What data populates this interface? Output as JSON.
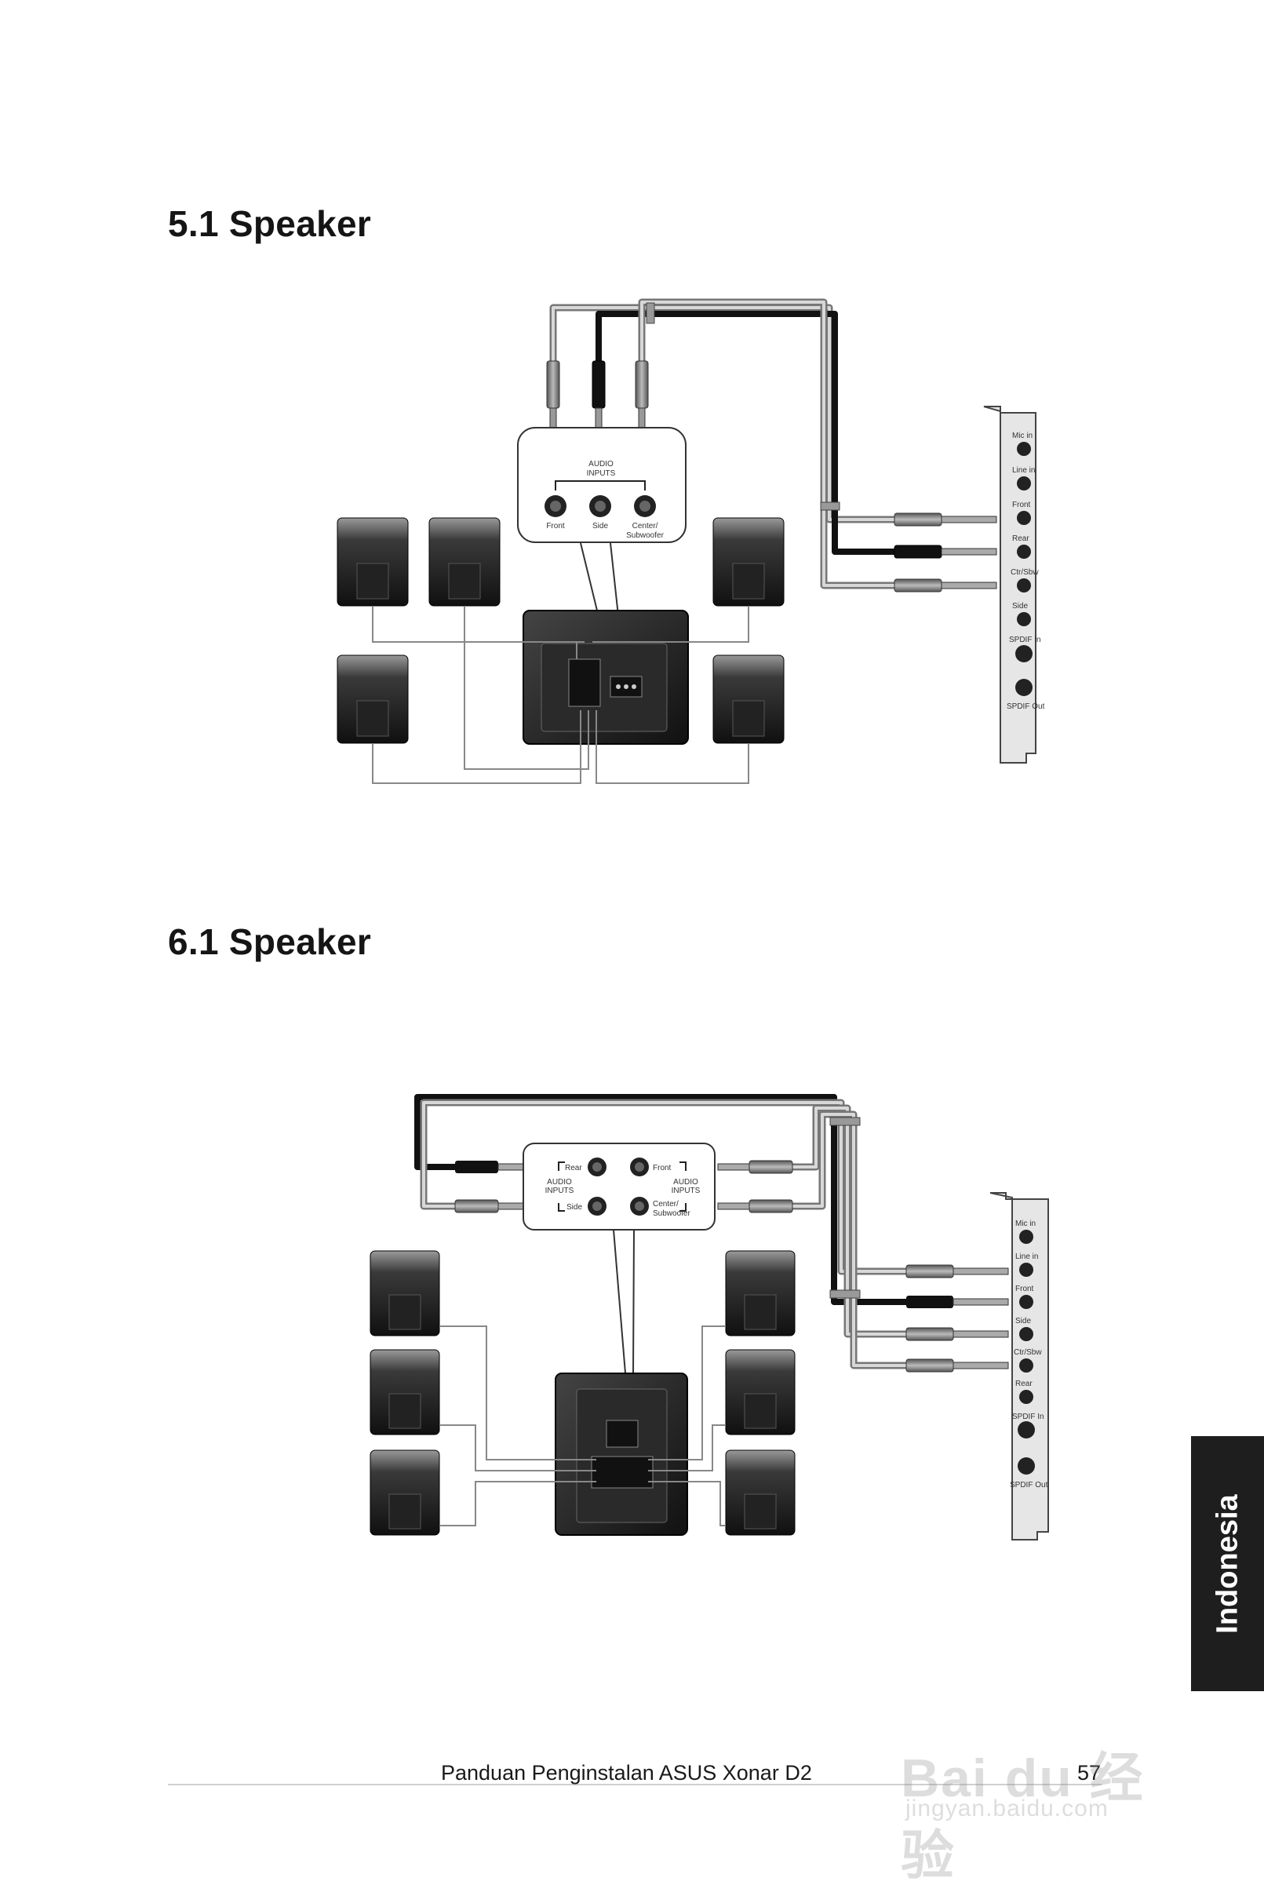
{
  "sections": [
    {
      "title": "5.1 Speaker",
      "hub_labels": [
        "AUDIO",
        "INPUTS"
      ],
      "hub_ports": [
        "Front",
        "Side",
        "Center/",
        "Subwoofer"
      ],
      "card_ports": [
        "Mic in",
        "Line in",
        "Front",
        "Rear",
        "Ctr/Sbw",
        "Side",
        "SPDIF In",
        "SPDIF Out"
      ]
    },
    {
      "title": "6.1 Speaker",
      "hub_labels": [
        "AUDIO",
        "INPUTS"
      ],
      "hub_ports": [
        "Rear",
        "Side",
        "Front",
        "Center/",
        "Subwoofer"
      ],
      "card_ports": [
        "Mic in",
        "Line in",
        "Front",
        "Side",
        "Ctr/Sbw",
        "Rear",
        "SPDIF In",
        "SPDIF Out"
      ]
    }
  ],
  "side_tab": "Indonesia",
  "footer": {
    "text": "Panduan Penginstalan ASUS Xonar D2",
    "page": "57"
  },
  "watermark": {
    "main": "Bai du 经验",
    "sub": "jingyan.baidu.com"
  }
}
